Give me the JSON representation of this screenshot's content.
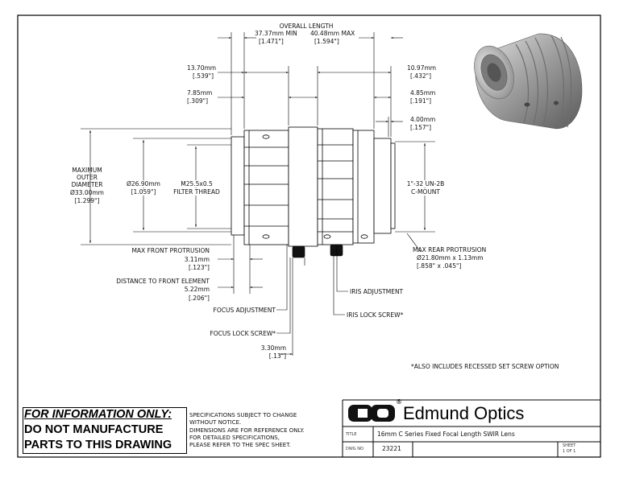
{
  "dimensions": {
    "overall_title": "OVERALL LENGTH",
    "overall_min": "37.37mm MIN",
    "overall_max": "40.48mm MAX",
    "overall_min_in": "[1.471\"]",
    "overall_max_in": "[1.594\"]",
    "d_13_70": "13.70mm",
    "d_13_70_in": "[.539\"]",
    "d_7_85": "7.85mm",
    "d_7_85_in": "[.309\"]",
    "d_10_97": "10.97mm",
    "d_10_97_in": "[.432\"]",
    "d_4_85": "4.85mm",
    "d_4_85_in": "[.191\"]",
    "d_4_00": "4.00mm",
    "d_4_00_in": "[.157\"]",
    "max_outer_1": "MAXIMUM",
    "max_outer_2": "OUTER",
    "max_outer_3": "DIAMETER",
    "max_outer_4": "Ø33.00mm",
    "max_outer_5": "[1.299\"]",
    "dia_26_90": "Ø26.90mm",
    "dia_26_90_in": "[1.059\"]",
    "filter_1": "M25.5x0.5",
    "filter_2": "FILTER THREAD",
    "mount_1": "1\"-32 UN-2B",
    "mount_2": "C-MOUNT",
    "max_front": "MAX FRONT PROTRUSION",
    "d_3_11": "3.11mm",
    "d_3_11_in": "[.123\"]",
    "dist_front": "DISTANCE TO FRONT ELEMENT",
    "d_5_22": "5.22mm",
    "d_5_22_in": "[.206\"]",
    "max_rear_1": "MAX REAR PROTRUSION",
    "max_rear_2": "Ø21.80mm x 1.13mm",
    "max_rear_3": "[.858\" x .045\"]",
    "iris_adj": "IRIS ADJUSTMENT",
    "iris_lock": "IRIS LOCK SCREW*",
    "focus_adj": "FOCUS ADJUSTMENT",
    "focus_lock": "FOCUS LOCK SCREW*",
    "d_3_30": "3.30mm",
    "d_3_30_in": "[.13\"]",
    "footnote": "*ALSO INCLUDES RECESSED SET SCREW OPTION"
  },
  "title_block": {
    "disclaimer_1": "FOR INFORMATION ONLY:",
    "disclaimer_2": "DO NOT MANUFACTURE",
    "disclaimer_3": "PARTS TO THIS DRAWING",
    "notice_1": "SPECIFICATIONS SUBJECT TO CHANGE",
    "notice_2": "WITHOUT NOTICE.",
    "notice_3": "DIMENSIONS ARE FOR REFERENCE ONLY.",
    "notice_4": "FOR DETAILED SPECIFICATIONS,",
    "notice_5": "PLEASE REFER TO THE SPEC SHEET.",
    "company": "Edmund Optics",
    "registered": "®",
    "title_label": "TITLE",
    "title_value": "16mm C Series Fixed Focal Length SWIR Lens",
    "dwg_label": "DWG NO",
    "dwg_value": "23221",
    "sheet_label": "SHEET",
    "sheet_value": "1 OF 1"
  }
}
